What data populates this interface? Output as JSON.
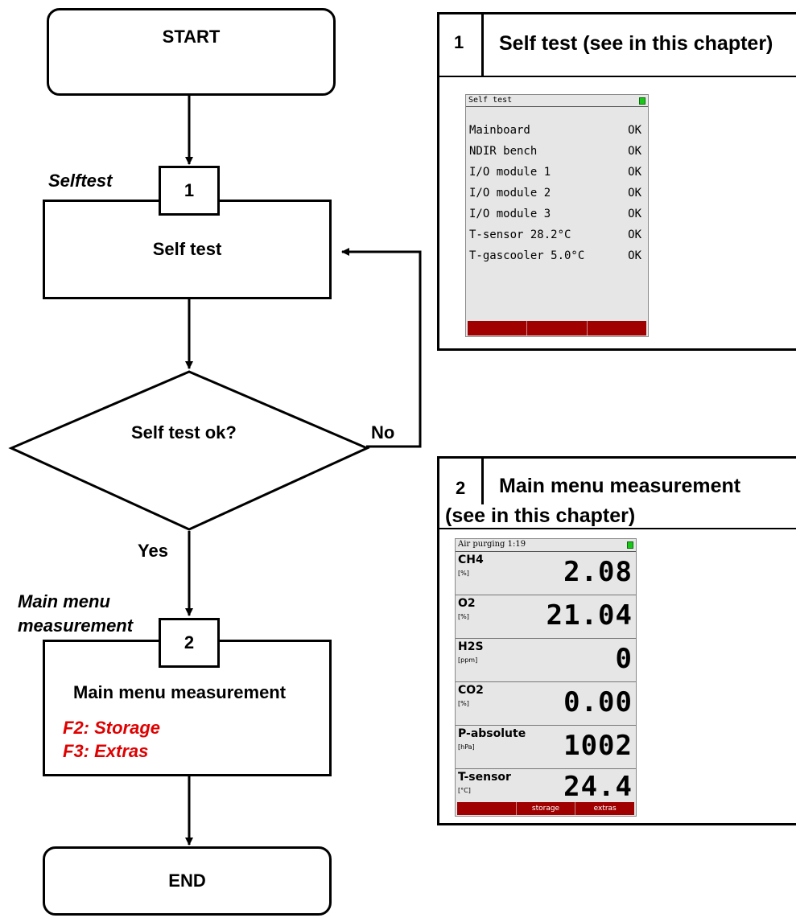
{
  "flow": {
    "start": "START",
    "selftest_caption": "Selftest",
    "step1_number": "1",
    "selftest_box": "Self test",
    "decision": "Self test ok?",
    "no_label": "No",
    "yes_label": "Yes",
    "main_caption_line1": "Main menu",
    "main_caption_line2": "measurement",
    "step2_number": "2",
    "main_box": "Main menu measurement",
    "f2": "F2: Storage",
    "f3": "F3: Extras",
    "end": "END"
  },
  "panel1": {
    "number": "1",
    "title": "Self test (see in this chapter)",
    "screen": {
      "title": "Self test",
      "rows": [
        {
          "name": "Mainboard",
          "status": "OK"
        },
        {
          "name": "NDIR bench",
          "status": "OK"
        },
        {
          "name": "I/O module 1",
          "status": "OK"
        },
        {
          "name": "I/O module 2",
          "status": "OK"
        },
        {
          "name": "I/O module 3",
          "status": "OK"
        },
        {
          "name": "T-sensor 28.2°C",
          "status": "OK"
        },
        {
          "name": "T-gascooler 5.0°C",
          "status": "OK"
        }
      ]
    }
  },
  "panel2": {
    "number": "2",
    "title_line1": "Main menu measurement",
    "title_line2": "(see in this chapter)",
    "screen": {
      "title": "Air purging 1:19",
      "rows": [
        {
          "name": "CH4",
          "unit": "[%]",
          "value": "2.08"
        },
        {
          "name": "O2",
          "unit": "[%]",
          "value": "21.04"
        },
        {
          "name": "H2S",
          "unit": "[ppm]",
          "value": "0"
        },
        {
          "name": "CO2",
          "unit": "[%]",
          "value": "0.00"
        },
        {
          "name": "P-absolute",
          "unit": "[hPa]",
          "value": "1002"
        },
        {
          "name": "T-sensor",
          "unit": "[°C]",
          "value": "24.4"
        }
      ],
      "fkeys": [
        "",
        "storage",
        "extras"
      ]
    }
  },
  "colors": {
    "accent_red": "#e00000",
    "softkey_bar": "#a00000",
    "led": "#19c819"
  }
}
